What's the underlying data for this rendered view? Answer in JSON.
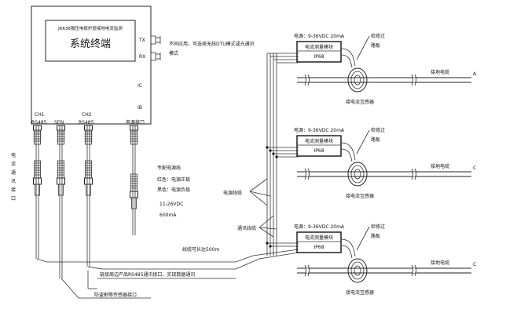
{
  "terminal": {
    "title": "JK636隔压电缆护层接地电流监测",
    "name": "系统终端",
    "tx": "TX",
    "rx": "RX",
    "ic": "IC",
    "ib": "IB",
    "dtu_note": [
      "不同应用，可选择无线DTU模式或光通讯",
      "模式"
    ]
  },
  "ports": [
    {
      "top": "CH1",
      "bottom": "RS485"
    },
    {
      "top": "",
      "bottom": "SEN"
    },
    {
      "top": "CH2",
      "bottom": "RS485"
    },
    {
      "top": "",
      "bottom": "电源接口"
    }
  ],
  "left_label": [
    "电",
    "流",
    "通",
    "讯",
    "接",
    "口"
  ],
  "power_note": {
    "lines": [
      "专配电源线",
      "红色：电源正极",
      "黑色：电源负极"
    ],
    "voltage": "11-26VDC",
    "current": "600mA"
  },
  "cable_labels": {
    "power": "电源线缆",
    "comm": "通讯线缆",
    "length": "线缆可长达500m"
  },
  "bottom_notes": {
    "rs485": "链接周边产品RS485通讯接口，实现数据通讯",
    "sensor": "防盗割等传感器接口"
  },
  "modules": [
    {
      "power": "电源：9-36VDC 20mA",
      "name": "电流测量模块",
      "ip": "IP68",
      "hatch": [
        "检修过",
        "路板"
      ],
      "ct": "接电流互感器",
      "cable": "接地电缆",
      "phase": "A"
    },
    {
      "power": "电源：9-36VDC 20mA",
      "name": "电流测量模块",
      "ip": "IP68",
      "hatch": [
        "检修过",
        "路板"
      ],
      "ct": "接电流互感器",
      "cable": "接地电缆",
      "phase": "C"
    },
    {
      "power": "电源：9-36VDC 20mA",
      "name": "电流测量模块",
      "ip": "IP68",
      "hatch": [
        "检修过",
        "路板"
      ],
      "ct": "接电流互感器",
      "cable": "接地电缆",
      "phase": "C"
    }
  ]
}
